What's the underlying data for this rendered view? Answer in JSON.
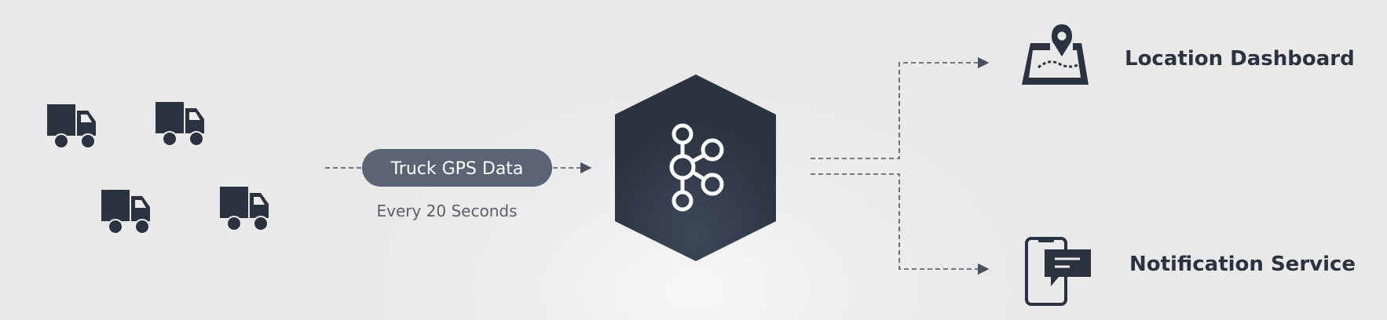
{
  "colors": {
    "dark": "#2b3340",
    "pill": "#5b6472",
    "line": "#4a5260",
    "muted": "#5a5f68",
    "background": "#ececec"
  },
  "sources": {
    "icon": "truck-icon",
    "count": 4
  },
  "flow": {
    "label": "Truck GPS Data",
    "sublabel": "Every 20 Seconds"
  },
  "hub": {
    "icon": "kafka-icon"
  },
  "destinations": [
    {
      "icon": "map-pin-icon",
      "label": "Location Dashboard"
    },
    {
      "icon": "phone-chat-icon",
      "label": "Notification Service"
    }
  ]
}
